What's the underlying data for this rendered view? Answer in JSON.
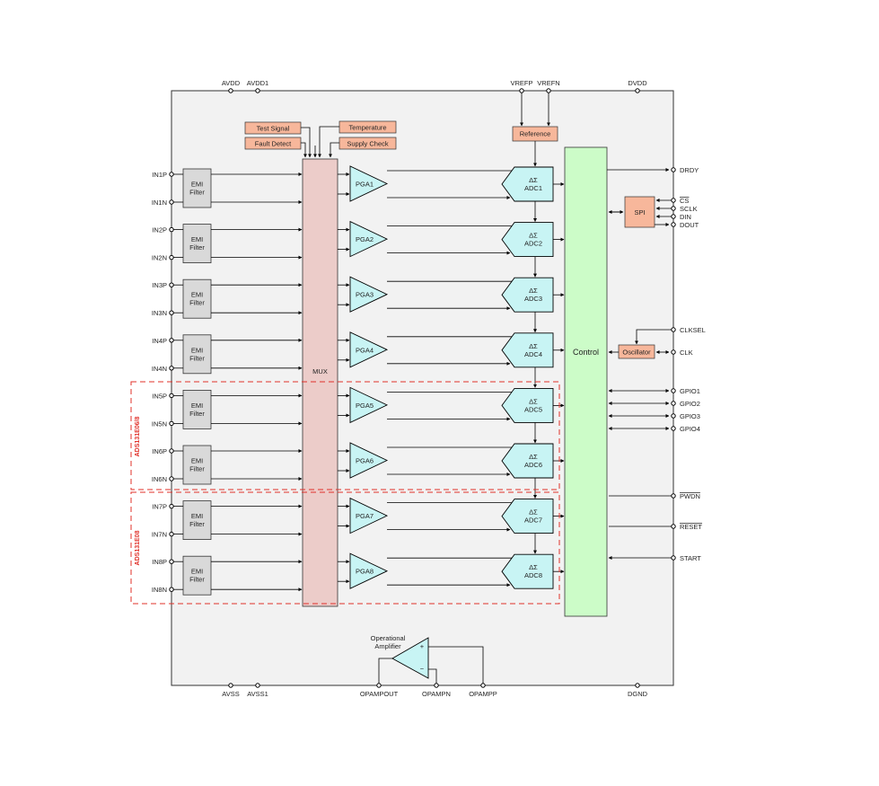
{
  "top_pins": [
    {
      "id": "avdd",
      "label": "AVDD"
    },
    {
      "id": "avdd1",
      "label": "AVDD1"
    },
    {
      "id": "vrefp",
      "label": "VREFP"
    },
    {
      "id": "vrefn",
      "label": "VREFN"
    },
    {
      "id": "dvdd",
      "label": "DVDD"
    }
  ],
  "bottom_pins": [
    {
      "id": "avss",
      "label": "AVSS"
    },
    {
      "id": "avss1",
      "label": "AVSS1"
    },
    {
      "id": "opampout",
      "label": "OPAMPOUT"
    },
    {
      "id": "opampn",
      "label": "OPAMPN"
    },
    {
      "id": "opampp",
      "label": "OPAMPP"
    },
    {
      "id": "dgnd",
      "label": "DGND"
    }
  ],
  "signal_boxes": [
    {
      "id": "test-signal",
      "label": "Test Signal"
    },
    {
      "id": "fault-detect",
      "label": "Fault Detect"
    },
    {
      "id": "temperature",
      "label": "Temperature"
    },
    {
      "id": "supply-check",
      "label": "Supply Check"
    }
  ],
  "reference_label": "Reference",
  "mux_label": "MUX",
  "control_label": "Control",
  "spi_label": "SPI",
  "oscillator_label": "Oscillator",
  "emi_filter": {
    "line1": "EMI",
    "line2": "Filter"
  },
  "channels": [
    {
      "p": "IN1P",
      "n": "IN1N",
      "pga": "PGA1",
      "adc_top": "ΔΣ",
      "adc": "ADC1"
    },
    {
      "p": "IN2P",
      "n": "IN2N",
      "pga": "PGA2",
      "adc_top": "ΔΣ",
      "adc": "ADC2"
    },
    {
      "p": "IN3P",
      "n": "IN3N",
      "pga": "PGA3",
      "adc_top": "ΔΣ",
      "adc": "ADC3"
    },
    {
      "p": "IN4P",
      "n": "IN4N",
      "pga": "PGA4",
      "adc_top": "ΔΣ",
      "adc": "ADC4"
    },
    {
      "p": "IN5P",
      "n": "IN5N",
      "pga": "PGA5",
      "adc_top": "ΔΣ",
      "adc": "ADC5"
    },
    {
      "p": "IN6P",
      "n": "IN6N",
      "pga": "PGA6",
      "adc_top": "ΔΣ",
      "adc": "ADC6"
    },
    {
      "p": "IN7P",
      "n": "IN7N",
      "pga": "PGA7",
      "adc_top": "ΔΣ",
      "adc": "ADC7"
    },
    {
      "p": "IN8P",
      "n": "IN8N",
      "pga": "PGA8",
      "adc_top": "ΔΣ",
      "adc": "ADC8"
    }
  ],
  "right_pins": {
    "drdy": "DRDY",
    "cs": "CS",
    "sclk": "SCLK",
    "din": "DIN",
    "dout": "DOUT",
    "clksel": "CLKSEL",
    "clk": "CLK",
    "gpio1": "GPIO1",
    "gpio2": "GPIO2",
    "gpio3": "GPIO3",
    "gpio4": "GPIO4",
    "pwdn": "PWDN",
    "reset": "RESET",
    "start": "START"
  },
  "variant_labels": {
    "upper": "ADS131E06/8",
    "lower": "ADS131E08"
  },
  "opamp": {
    "line1": "Operational",
    "line2": "Amplifier",
    "plus": "+",
    "minus": "−"
  },
  "colors": {
    "chip_fill": "#f2f2f2",
    "signal_box": "#f7b79b",
    "mux_fill": "#ecccc9",
    "pga_fill": "#c8f4f4",
    "adc_fill": "#c8f4f4",
    "control_fill": "#ccfcc8",
    "emi_fill": "#d9d9d9",
    "dashed_red": "#e0312a"
  }
}
